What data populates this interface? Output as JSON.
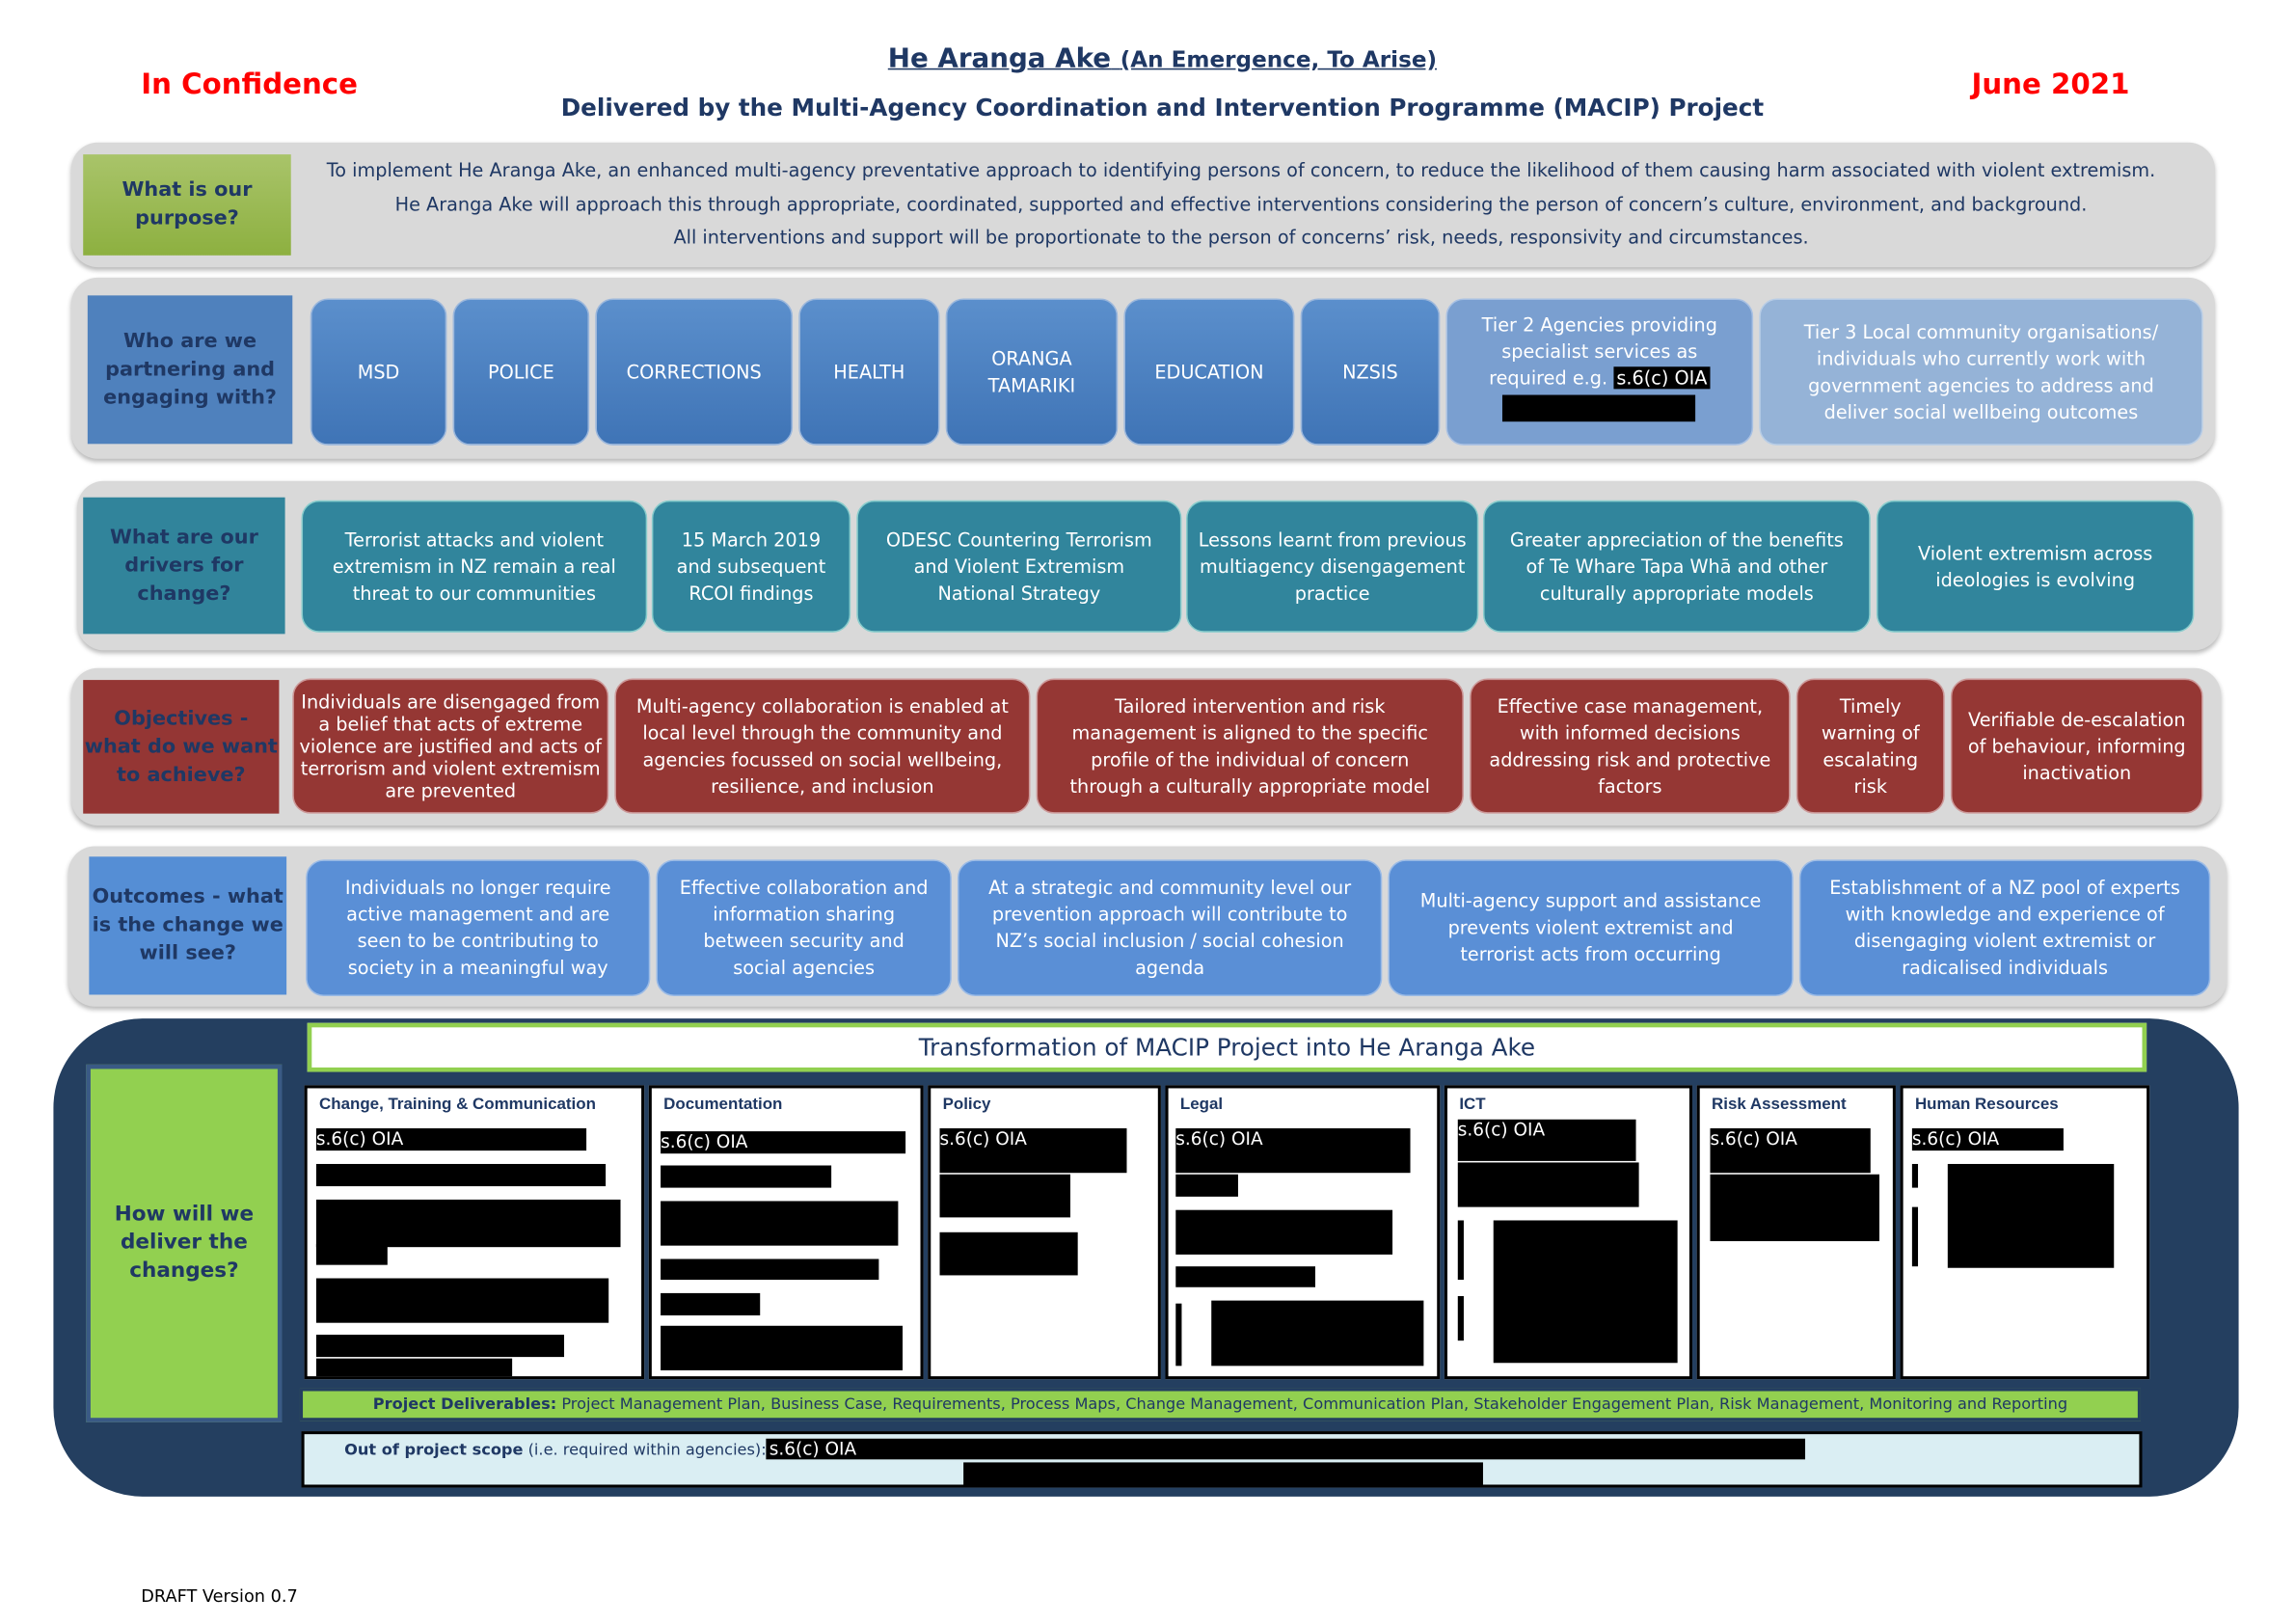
{
  "header": {
    "confidentiality": "In Confidence",
    "title": "He Aranga Ake",
    "title_sub": "(An Emergence, To Arise)",
    "subtitle": "Delivered by the Multi-Agency Coordination and Intervention Programme (MACIP) Project",
    "date": "June 2021"
  },
  "purpose": {
    "label": "What is our purpose?",
    "lines": [
      "To implement He Aranga Ake, an enhanced multi-agency preventative approach to identifying persons of concern, to reduce the likelihood of them causing harm associated with violent extremism.",
      "He Aranga Ake will approach this through appropriate, coordinated, supported and effective interventions considering the person of concern’s culture, environment, and background.",
      "All interventions and support will be proportionate to the person of concerns’ risk, needs, responsivity and circumstances."
    ]
  },
  "partners": {
    "label": "Who are we partnering and engaging with?",
    "items": [
      "MSD",
      "POLICE",
      "CORRECTIONS",
      "HEALTH",
      "ORANGA TAMARIKI",
      "EDUCATION",
      "NZSIS"
    ],
    "tier2": "Tier 2 Agencies providing specialist services as required e.g.",
    "tier3": "Tier 3 Local community organisations/ individuals who currently work with government agencies to address and deliver social wellbeing outcomes"
  },
  "redaction": "s.6(c) OIA",
  "drivers": {
    "label": "What are our drivers for change?",
    "items": [
      "Terrorist attacks and violent extremism in NZ remain a real threat to our communities",
      "15 March 2019 and subsequent RCOI findings",
      "ODESC Countering Terrorism and Violent Extremism National Strategy",
      "Lessons learnt from previous multiagency disengagement practice",
      "Greater appreciation of the benefits of Te Whare Tapa Whā and other culturally appropriate models",
      "Violent extremism across ideologies is evolving"
    ]
  },
  "objectives": {
    "label": "Objectives - what do we want to achieve?",
    "items": [
      "Individuals are disengaged from a belief that acts of extreme violence are justified and acts of terrorism and violent extremism are prevented",
      "Multi-agency collaboration is enabled at local level through the community and agencies focussed on social wellbeing, resilience, and inclusion",
      "Tailored intervention and risk management is aligned to the specific profile of the individual of concern through a culturally appropriate model",
      "Effective case management, with informed decisions addressing risk and protective factors",
      "Timely warning of escalating risk",
      "Verifiable de-escalation of behaviour, informing inactivation"
    ]
  },
  "outcomes": {
    "label": "Outcomes - what is the change we will see?",
    "items": [
      "Individuals no longer require active management and are seen to be contributing to society in a meaningful way",
      "Effective collaboration and information sharing between security and social agencies",
      "At a strategic and community level our prevention approach will contribute to NZ’s social inclusion / social cohesion agenda",
      "Multi-agency support and assistance prevents violent extremist and terrorist acts from occurring",
      "Establishment of a NZ pool of experts with knowledge and experience of disengaging violent extremist or radicalised individuals"
    ]
  },
  "delivery": {
    "label": "How will we deliver the changes?",
    "title": "Transformation of MACIP Project into He Aranga Ake",
    "columns": [
      "Change, Training & Communication",
      "Documentation",
      "Policy",
      "Legal",
      "ICT",
      "Risk Assessment",
      "Human Resources"
    ],
    "deliverables_label": "Project Deliverables:",
    "deliverables": "Project Management Plan, Business Case, Requirements, Process Maps, Change Management, Communication Plan, Stakeholder Engagement Plan, Risk Management, Monitoring and Reporting",
    "scope_label": "Out of project scope",
    "scope_note": "(i.e. required within agencies):"
  },
  "footer": {
    "version": "DRAFT Version 0.7"
  }
}
